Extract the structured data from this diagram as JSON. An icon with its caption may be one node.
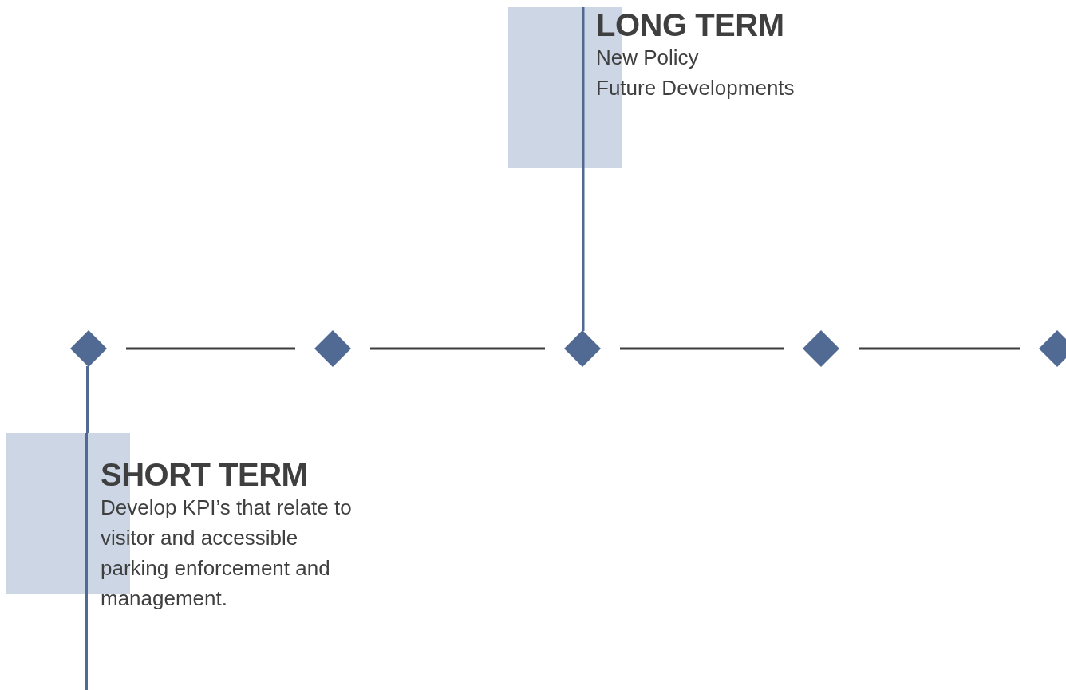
{
  "diagram": {
    "nodes": [
      {
        "text": [
          "LONG TERM",
          "New Policy",
          "Future Developments"
        ]
      },
      {
        "text": [],
        "shape": "diamond"
      },
      {
        "text": [],
        "shape": "diamond"
      },
      {
        "text": [],
        "shape": "diamond"
      },
      {
        "text": [],
        "shape": "diamond"
      },
      {
        "text": [],
        "shape": "diamond"
      },
      {
        "text": [
          "SHORT TERM",
          "Develop KPI’s that relate to visitor and accessible parking enforcement and management."
        ]
      }
    ],
    "edges": [
      {
        "from": 1,
        "to": 2,
        "arrow": "none"
      },
      {
        "from": 2,
        "to": 3,
        "arrow": "none"
      },
      {
        "from": 3,
        "to": 4,
        "arrow": "none"
      },
      {
        "from": 4,
        "to": 5,
        "arrow": "none"
      },
      {
        "from": 3,
        "to": 0,
        "arrow": "none",
        "color": "#506a93"
      },
      {
        "from": 1,
        "to": 6,
        "arrow": "none",
        "color": "#506a93"
      }
    ]
  }
}
